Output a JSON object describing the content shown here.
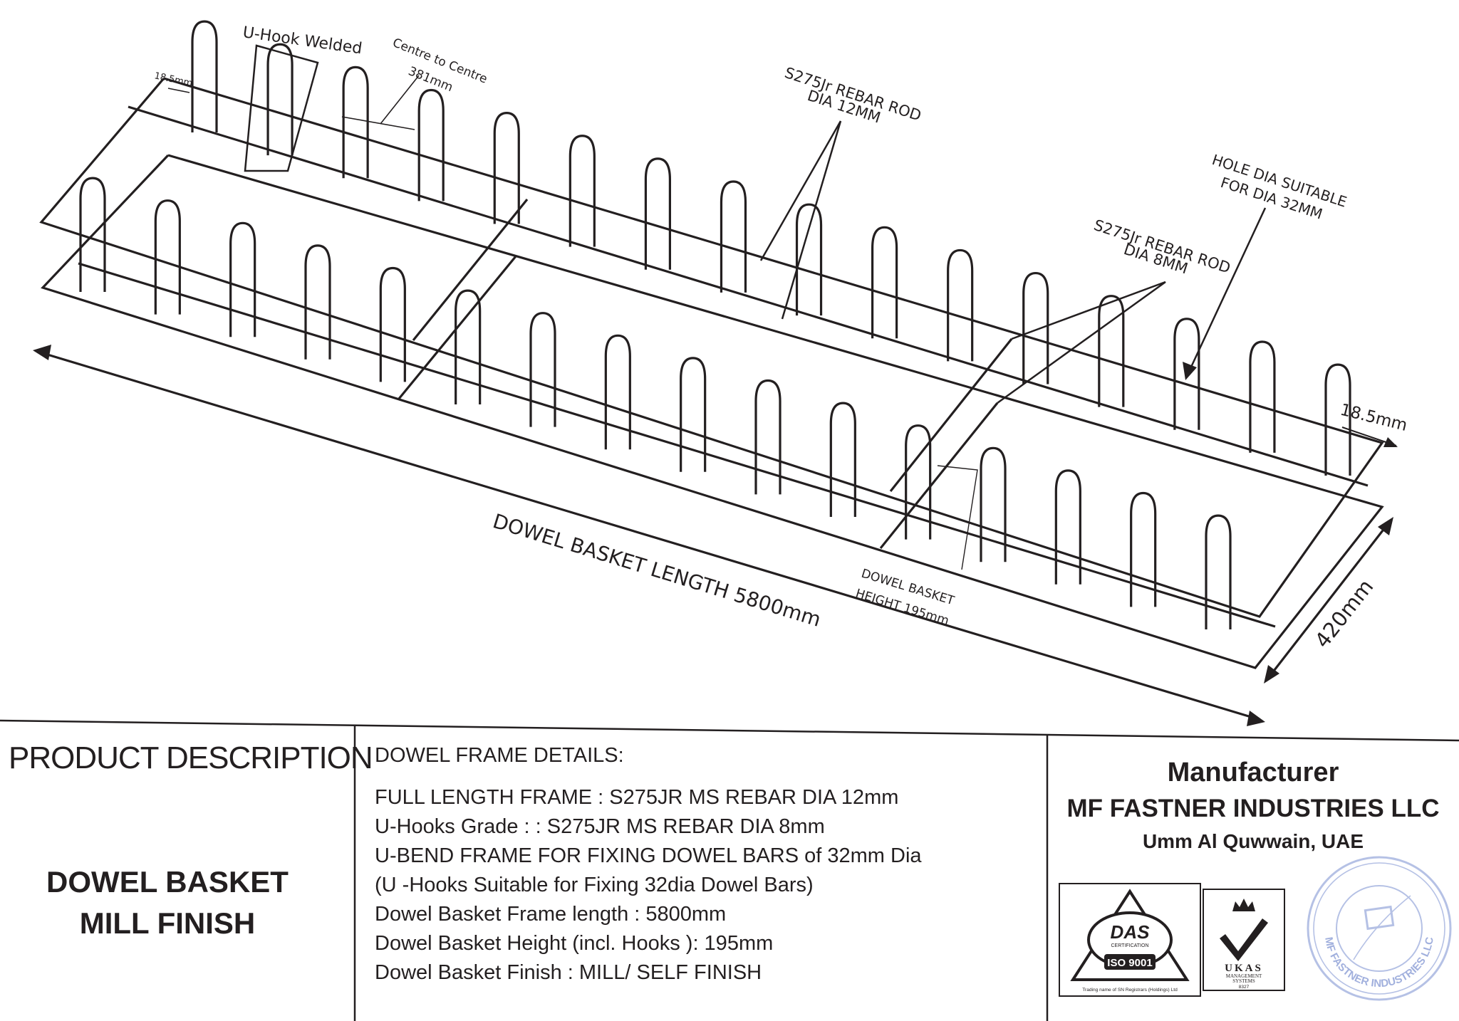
{
  "diagram": {
    "labels": {
      "u_hook_welded": "U-Hook Welded",
      "hook_width_left": "18.5mm",
      "centre_to_centre_l1": "Centre to Centre",
      "centre_to_centre_l2": "381mm",
      "rebar12_l1": "S275Jr REBAR ROD",
      "rebar12_l2": "DIA 12MM",
      "hole_dia_l1": "HOLE DIA SUITABLE",
      "hole_dia_l2": "FOR DIA 32MM",
      "rebar8_l1": "S275Jr REBAR ROD",
      "rebar8_l2": "DIA 8MM",
      "hook_width_right": "18.5mm",
      "basket_length": "DOWEL BASKET LENGTH 5800mm",
      "basket_height_l1": "DOWEL BASKET",
      "basket_height_l2": "HEIGHT 195mm",
      "basket_width": "420mm"
    }
  },
  "title_block": {
    "product_heading": "PRODUCT DESCRIPTION",
    "product_name_l1": "DOWEL BASKET",
    "product_name_l2": "MILL FINISH",
    "details_heading": "DOWEL FRAME DETAILS:",
    "details": [
      "FULL LENGTH FRAME : S275JR MS REBAR DIA 12mm",
      "U-Hooks Grade : : S275JR MS REBAR DIA 8mm",
      "U-BEND FRAME FOR FIXING DOWEL BARS of 32mm Dia",
      "(U -Hooks Suitable for Fixing 32dia Dowel Bars)",
      "Dowel Basket Frame length : 5800mm",
      "Dowel Basket Height (incl. Hooks ): 195mm",
      "Dowel Basket Finish : MILL/ SELF FINISH"
    ],
    "manufacturer_label": "Manufacturer",
    "manufacturer_name": "MF FASTNER INDUSTRIES LLC",
    "manufacturer_location": "Umm Al Quwwain,  UAE",
    "das_logo": {
      "wordmark": "DAS",
      "sub": "CERTIFICATION",
      "cert": "ISO 9001",
      "caption": "Trading name of SN Registrars (Holdings) Ltd"
    },
    "ukas_logo": {
      "wordmark": "UKAS",
      "sub_l1": "MANAGEMENT",
      "sub_l2": "SYSTEMS",
      "number": "8327"
    },
    "stamp_text": "MF FASTNER INDUSTRIES LLC"
  }
}
